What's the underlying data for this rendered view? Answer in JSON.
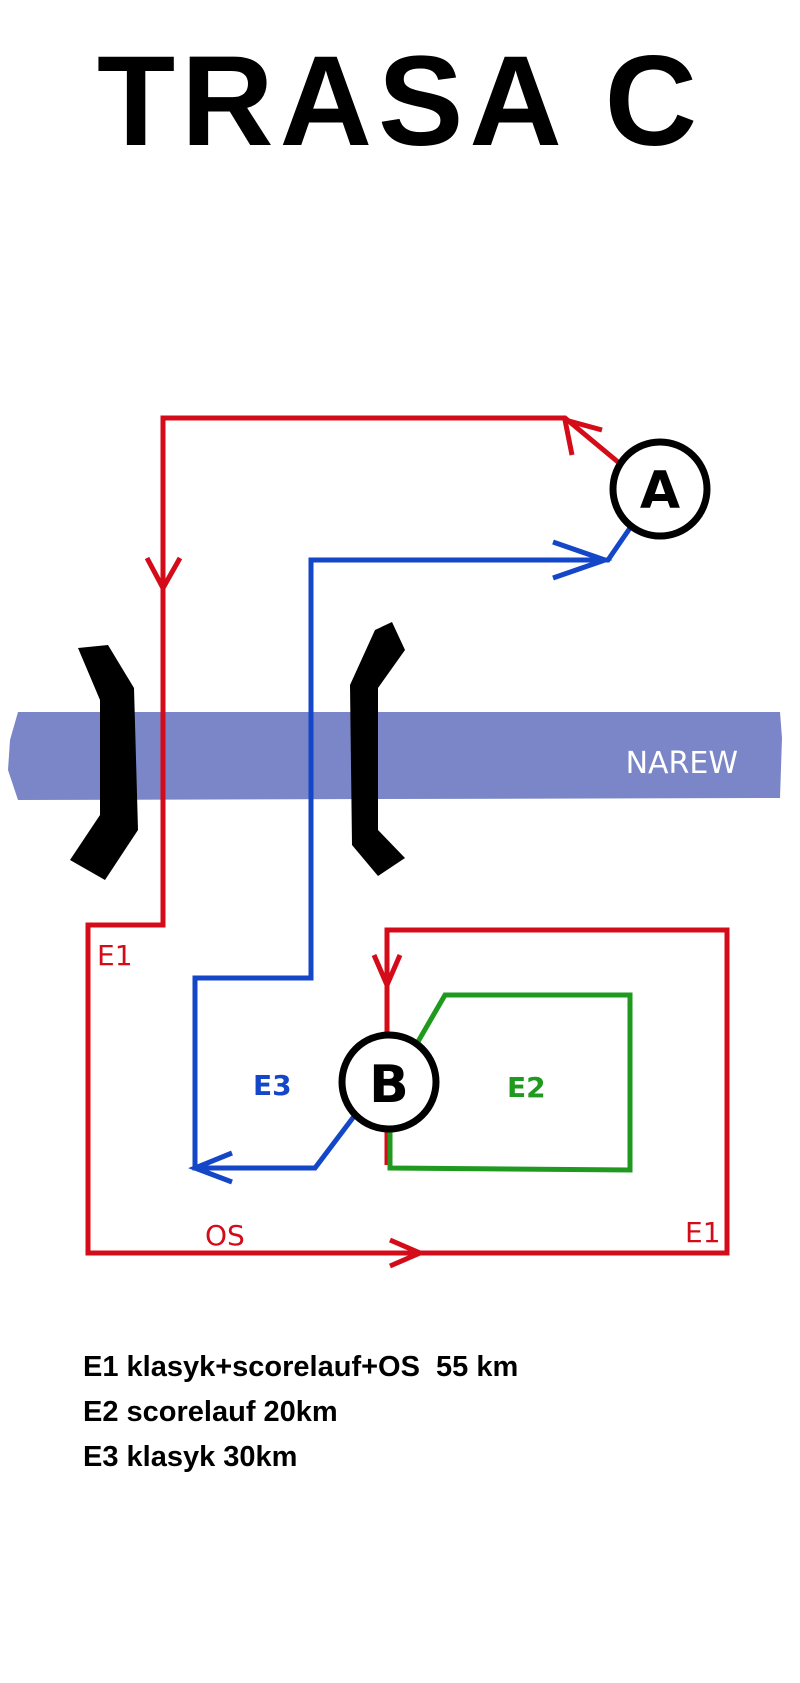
{
  "title": "TRASA C",
  "river_label": "NAREW",
  "points": {
    "a": "A",
    "b": "B"
  },
  "route_labels": {
    "e1_left": "E1",
    "e1_right": "E1",
    "e2": "E2",
    "e3": "E3",
    "os": "OS"
  },
  "legend": [
    "E1 klasyk+scorelauf+OS  55 km",
    "E2 scorelauf 20km",
    "E3 klasyk 30km"
  ],
  "colors": {
    "e1": "#d40c19",
    "e2": "#1f9a1f",
    "e3": "#1446c8",
    "river": "#7a86c8",
    "bridge": "#000000"
  }
}
